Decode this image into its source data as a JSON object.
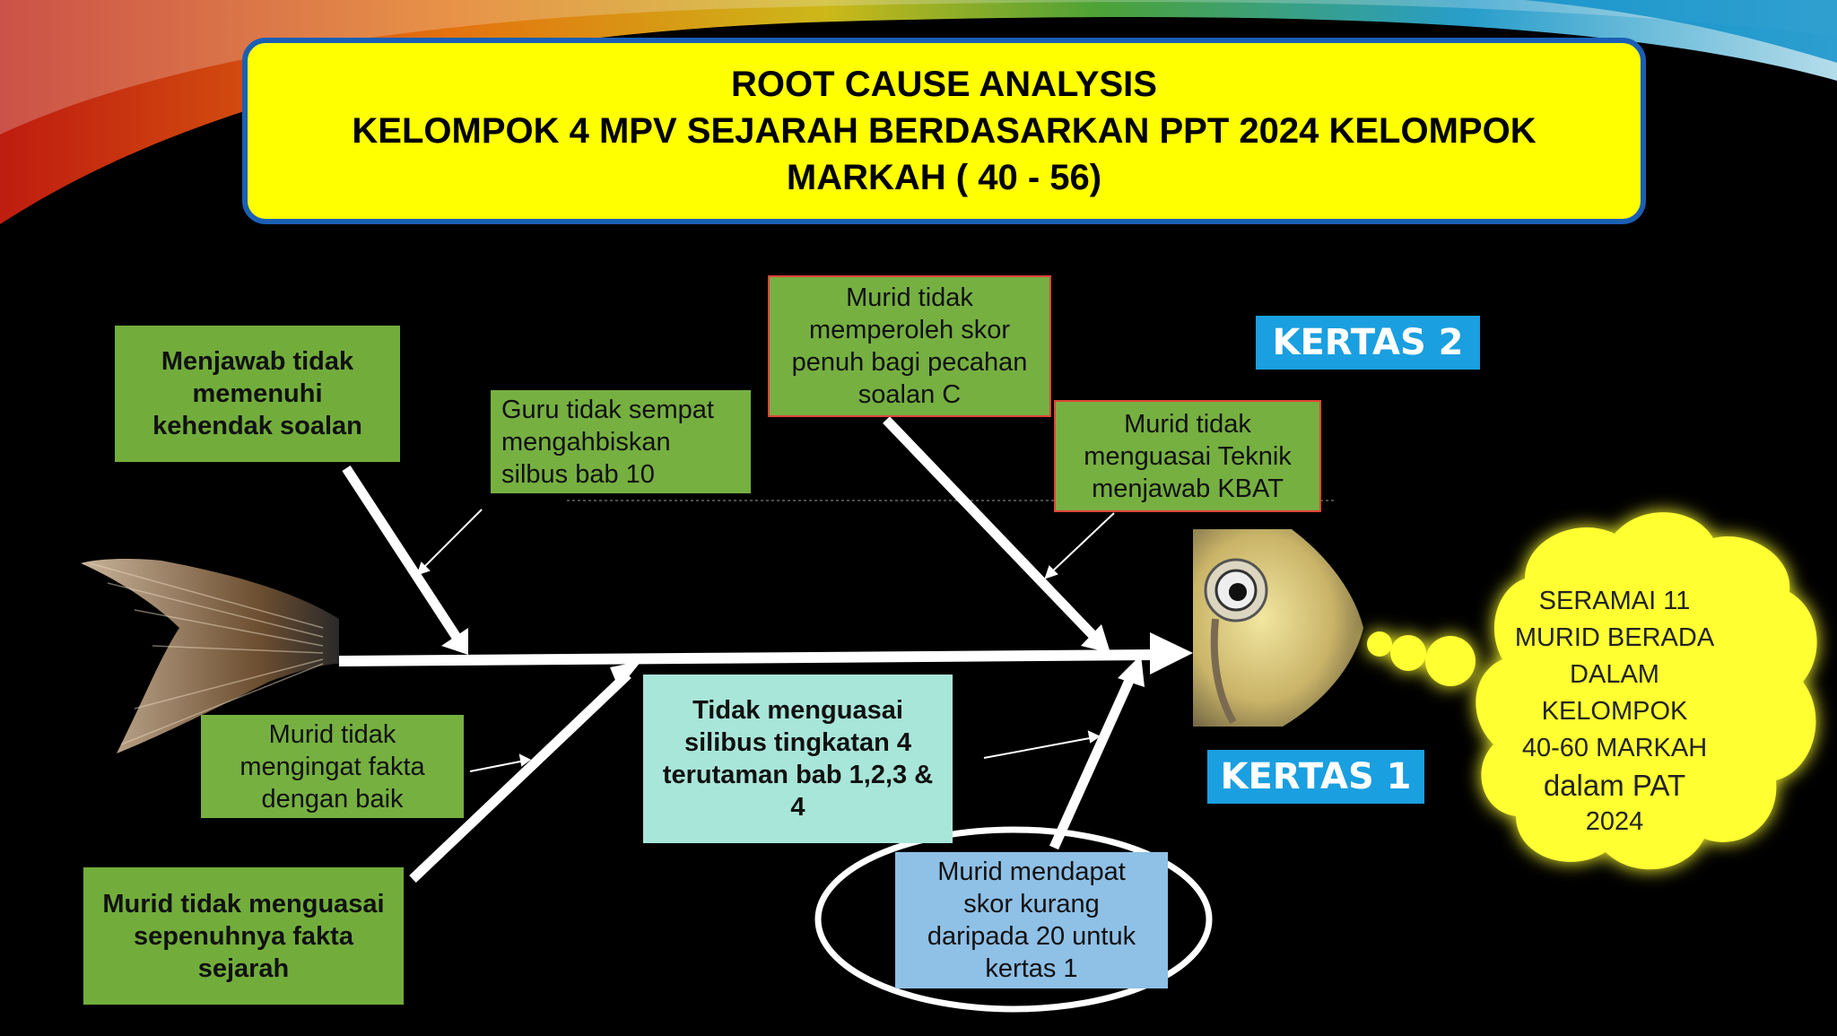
{
  "title": {
    "line1": "ROOT CAUSE ANALYSIS",
    "line2": "KELOMPOK 4 MPV SEJARAH BERDASARKAN PPT 2024 KELOMPOK",
    "line3": "MARKAH ( 40 - 56)"
  },
  "labels": {
    "kertas2": "KERTAS 2",
    "kertas1": "KERTAS 1"
  },
  "causes": {
    "menjawab": [
      "Menjawab tidak",
      "memenuhi",
      "kehendak soalan"
    ],
    "guru": [
      "Guru tidak sempat",
      "mengahbiskan",
      "silbus bab 10"
    ],
    "skor_penuh": [
      "Murid tidak",
      "memperoleh skor",
      "penuh bagi pecahan",
      "soalan C"
    ],
    "teknik": [
      "Murid tidak",
      "menguasai Teknik",
      "menjawab KBAT"
    ],
    "ingat_fakta": [
      "Murid tidak",
      "mengingat fakta",
      "dengan baik"
    ],
    "silibus": [
      "Tidak menguasai",
      "silibus tingkatan 4",
      "terutaman bab 1,2,3 &",
      "4"
    ],
    "fakta_sejarah": [
      "Murid tidak menguasai",
      "sepenuhnya fakta",
      "sejarah"
    ],
    "skor_kurang": [
      "Murid mendapat",
      "skor kurang",
      "daripada 20 untuk",
      "kertas 1"
    ]
  },
  "result": {
    "lines": [
      "SERAMAI 11",
      "MURID BERADA",
      "DALAM",
      "KELOMPOK",
      "40-60 MARKAH",
      "dalam PAT",
      "2024"
    ]
  },
  "colors": {
    "title_bg": "#ffff00",
    "title_border": "#1a5fb4",
    "green": "#76b041",
    "teal": "#a8e6d9",
    "blue": "#8fc0e6",
    "kertas": "#1a9fe0",
    "cloud": "#ffff33"
  }
}
